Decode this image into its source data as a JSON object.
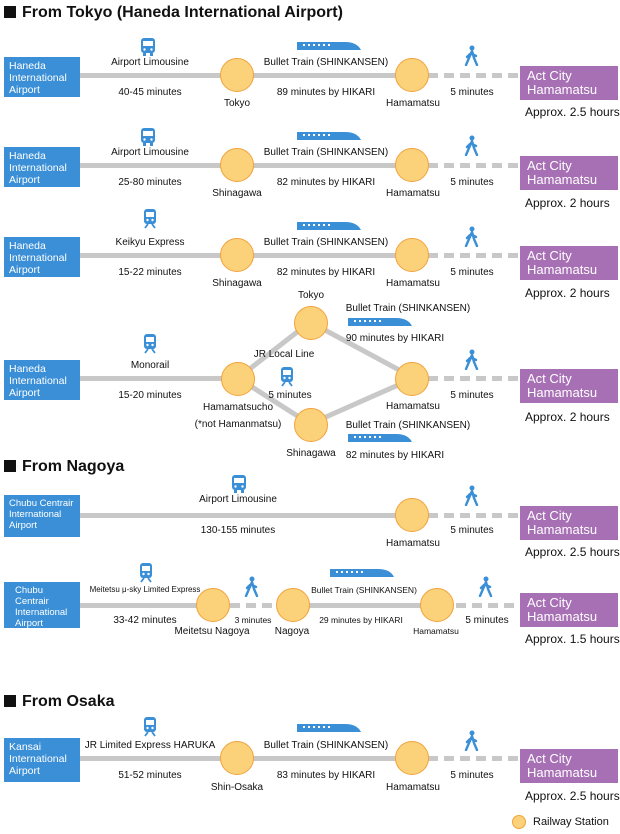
{
  "sections": {
    "tokyo": "From Tokyo (Haneda International Airport)",
    "nagoya": "From Nagoya",
    "osaka": "From Osaka"
  },
  "colors": {
    "origin": "#3a8fd6",
    "destination": "#a76fb4",
    "station": "#fbd27a",
    "line": "#c8c8c8"
  },
  "common": {
    "destination": "Act City Hamamatsu",
    "walk_5": "5 minutes",
    "bullet": "Bullet Train (SHINKANSEN)",
    "haneda": "Haneda International Airport",
    "hamamatsu": "Hamamatsu",
    "shinagawa": "Shinagawa",
    "limousine": "Airport Limousine",
    "hikari82": "82 minutes by HIKARI"
  },
  "route1": {
    "dur1": "40-45 minutes",
    "st1": "Tokyo",
    "dur2": "89 minutes by HIKARI",
    "approx": "Approx. 2.5 hours"
  },
  "route2": {
    "dur1": "25-80 minutes",
    "approx": "Approx. 2 hours"
  },
  "route3": {
    "mode1": "Keikyu Express",
    "dur1": "15-22 minutes",
    "approx": "Approx. 2 hours"
  },
  "route4": {
    "mode1": "Monorail",
    "dur1": "15-20 minutes",
    "st1": "Hamamatsucho",
    "note": "(*not Hamanmatsu)",
    "jr": "JR Local Line",
    "jr_dur": "5 minutes",
    "tokyo": "Tokyo",
    "dur_top": "90 minutes by HIKARI",
    "approx": "Approx. 2 hours"
  },
  "route5": {
    "origin": "Chubu Centrair International Airport",
    "dur1": "130-155 minutes",
    "approx": "Approx. 2.5 hours"
  },
  "route6": {
    "mode1": "Meitetsu μ-sky Limited Express",
    "dur1": "33-42 minutes",
    "st1": "Meitetsu Nagoya",
    "walk_mid": "3 minutes",
    "st2": "Nagoya",
    "dur2": "29 minutes by HIKARI",
    "approx": "Approx. 1.5 hours"
  },
  "route7": {
    "origin": "Kansai International Airport",
    "mode1": "JR Limited Express HARUKA",
    "dur1": "51-52 minutes",
    "st1": "Shin-Osaka",
    "dur2": "83 minutes by HIKARI",
    "approx": "Approx. 2.5 hours"
  },
  "legend": {
    "label": "Railway Station"
  }
}
